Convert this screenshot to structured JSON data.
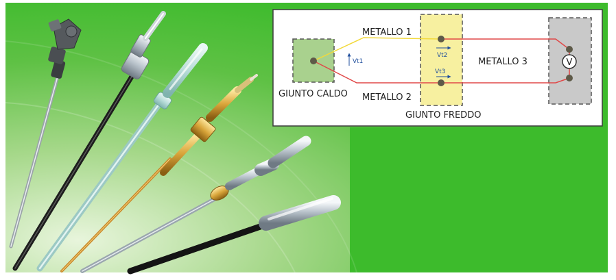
{
  "diagram": {
    "labels": {
      "metal1": "METALLO 1",
      "metal2": "METALLO 2",
      "metal3": "METALLO 3",
      "hot_junction": "GIUNTO CALDO",
      "cold_junction": "GIUNTO FREDDO",
      "vt1": "Vt1",
      "vt2": "Vt2",
      "vt3": "Vt3",
      "voltmeter": "V"
    },
    "colors": {
      "background_green": "#3dbb2c",
      "hot_junction_fill": "#a9d18e",
      "cold_junction_fill": "#f7f0a0",
      "voltmeter_box_fill": "#c9c9c9",
      "metal1_wire": "#f2d93a",
      "metal2_wire": "#e04848",
      "metal3_wire": "#e04848",
      "arrow_blue": "#1f4e9c",
      "node_dot": "#5e5a48"
    }
  },
  "illustration": {
    "subject": "thermocouple-probes",
    "probe_count": 6
  }
}
